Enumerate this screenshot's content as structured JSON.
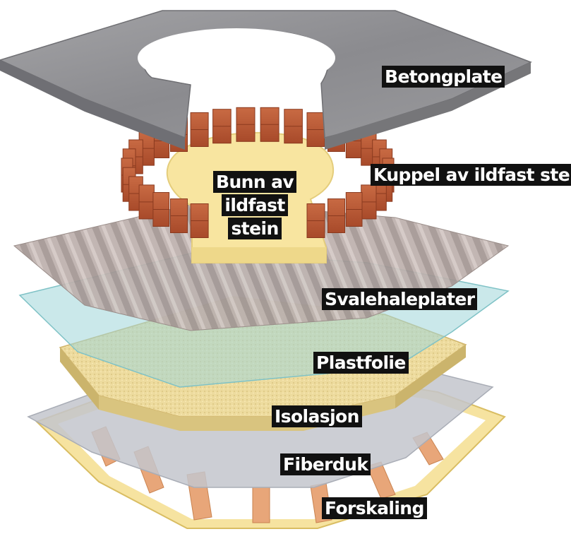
{
  "labels": {
    "betongplate": "Betongplate",
    "kuppel": "Kuppel av ildfast stein",
    "bunn_line1": "Bunn av",
    "bunn_line2": "ildfast",
    "bunn_line3": "stein",
    "svalehaleplater": "Svalehaleplater",
    "plastfolie": "Plastfolie",
    "isolasjon": "Isolasjon",
    "fiberduk": "Fiberduk",
    "forskaling": "Forskaling"
  },
  "layers": [
    {
      "name": "Betongplate",
      "color": "#8e8e92"
    },
    {
      "name": "Kuppel av ildfast stein",
      "color": "#b85a35"
    },
    {
      "name": "Bunn av ildfast stein",
      "color": "#f6e29c"
    },
    {
      "name": "Svalehaleplater",
      "color": "#b7aaa6"
    },
    {
      "name": "Plastfolie",
      "color": "#9dd0d3"
    },
    {
      "name": "Isolasjon",
      "color": "#eedc9f"
    },
    {
      "name": "Fiberduk",
      "color": "#b9bfc8"
    },
    {
      "name": "Forskaling",
      "color": "#f3d98a"
    }
  ]
}
